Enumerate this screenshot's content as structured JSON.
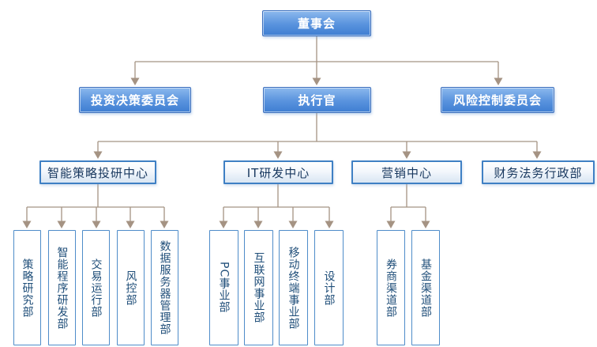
{
  "diagram": {
    "type": "org-chart",
    "connector_color": "#a59383",
    "colors": {
      "filled_box_top": "#8cb9ee",
      "filled_box_bottom": "#3e7ed2",
      "filled_box_border": "#3a6ebd",
      "filled_box_text": "#ffffff",
      "light_box_border": "#3f80c4",
      "light_box_bottom": "#d9e6f3",
      "light_box_text": "#17375e",
      "vert_box_border": "#4e8cc9",
      "vert_box_text": "#1f4e79"
    },
    "nodes": {
      "board": {
        "label": "董事会"
      },
      "investment_committee": {
        "label": "投资决策委员会"
      },
      "executive": {
        "label": "执行官"
      },
      "risk_committee": {
        "label": "风险控制委员会"
      },
      "strategy_center": {
        "label": "智能策略投研中心"
      },
      "it_center": {
        "label": "IT研发中心"
      },
      "marketing_center": {
        "label": "营销中心"
      },
      "finance_admin": {
        "label": "财务法务行政部"
      },
      "strategy_research": {
        "label": "策略研究部"
      },
      "intelligent_program": {
        "label": "智能程序研发部"
      },
      "trading_ops": {
        "label": "交易运行部"
      },
      "risk_control": {
        "label": "风控部"
      },
      "data_server": {
        "label": "数据服务器管理部"
      },
      "pc_division": {
        "label": "PC事业部"
      },
      "internet_division": {
        "label": "互联网事业部"
      },
      "mobile_division": {
        "label": "移动终端事业部"
      },
      "design_dept": {
        "label": "设计部"
      },
      "broker_channel": {
        "label": "券商渠道部"
      },
      "fund_channel": {
        "label": "基金渠道部"
      }
    },
    "edges": [
      {
        "from": "board",
        "to": "investment_committee"
      },
      {
        "from": "board",
        "to": "executive"
      },
      {
        "from": "board",
        "to": "risk_committee"
      },
      {
        "from": "executive",
        "to": "strategy_center"
      },
      {
        "from": "executive",
        "to": "it_center"
      },
      {
        "from": "executive",
        "to": "marketing_center"
      },
      {
        "from": "executive",
        "to": "finance_admin"
      },
      {
        "from": "strategy_center",
        "to": "strategy_research"
      },
      {
        "from": "strategy_center",
        "to": "intelligent_program"
      },
      {
        "from": "strategy_center",
        "to": "trading_ops"
      },
      {
        "from": "strategy_center",
        "to": "risk_control"
      },
      {
        "from": "strategy_center",
        "to": "data_server"
      },
      {
        "from": "it_center",
        "to": "pc_division"
      },
      {
        "from": "it_center",
        "to": "internet_division"
      },
      {
        "from": "it_center",
        "to": "mobile_division"
      },
      {
        "from": "it_center",
        "to": "design_dept"
      },
      {
        "from": "marketing_center",
        "to": "broker_channel"
      },
      {
        "from": "marketing_center",
        "to": "fund_channel"
      }
    ]
  }
}
